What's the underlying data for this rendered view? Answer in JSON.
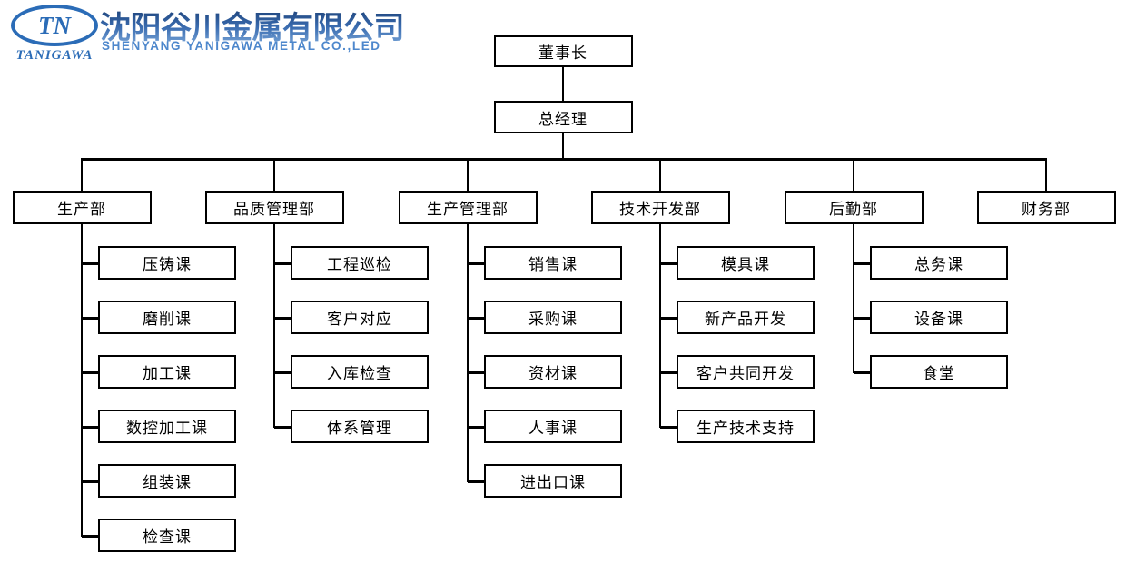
{
  "brand": {
    "logo_monogram": "TN",
    "logo_name": "TANIGAWA",
    "company_name_zh": "沈阳谷川金属有限公司",
    "company_name_en": "SHENYANG YANIGAWA METAL CO.,LED",
    "logo_color": "#2b6cb7",
    "title_gradient_top": "#1c4076",
    "title_gradient_bottom": "#7fabdc",
    "subtitle_color": "#4d87cc"
  },
  "org_chart": {
    "type": "org-tree",
    "line_color": "#000000",
    "box_fill": "#ffffff",
    "box_border_color": "#000000",
    "root": {
      "label": "董事长"
    },
    "second": {
      "label": "总经理"
    },
    "departments": [
      {
        "label": "生产部",
        "children": [
          "压铸课",
          "磨削课",
          "加工课",
          "数控加工课",
          "组装课",
          "检查课"
        ]
      },
      {
        "label": "品质管理部",
        "children": [
          "工程巡检",
          "客户对应",
          "入库检查",
          "体系管理"
        ]
      },
      {
        "label": "生产管理部",
        "children": [
          "销售课",
          "采购课",
          "资材课",
          "人事课",
          "进出口课"
        ]
      },
      {
        "label": "技术开发部",
        "children": [
          "模具课",
          "新产品开发",
          "客户共同开发",
          "生产技术支持"
        ]
      },
      {
        "label": "后勤部",
        "children": [
          "总务课",
          "设备课",
          "食堂"
        ]
      },
      {
        "label": "财务部",
        "children": []
      }
    ]
  }
}
